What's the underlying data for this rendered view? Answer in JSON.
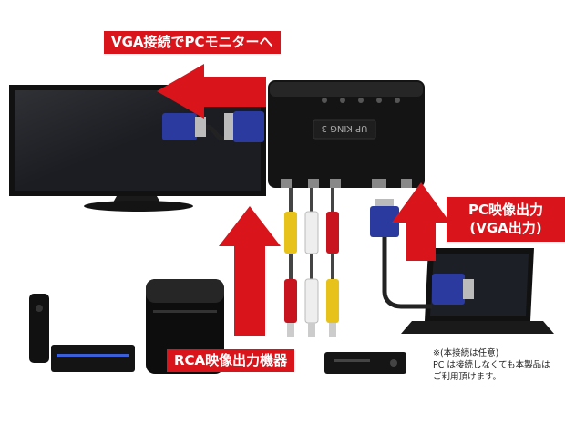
{
  "labels": {
    "vga_connection": "VGA接続でPCモニターへ",
    "rca_source": "RCA映像出力機器",
    "pc_output_line1": "PC映像出力",
    "pc_output_line2": "(VGA出力)"
  },
  "note": {
    "line1": "※(本接続は任意)",
    "line2": "PC は接続しなくても本製品は",
    "line3": "ご利用頂けます。"
  },
  "device": {
    "name": "UP KING 3"
  },
  "colors": {
    "accent_red": "#d9141b",
    "cable_blue": "#2a3a9e",
    "rca_yellow": "#e6c21a",
    "rca_red": "#c8141e",
    "rca_white": "#eeeeee"
  }
}
